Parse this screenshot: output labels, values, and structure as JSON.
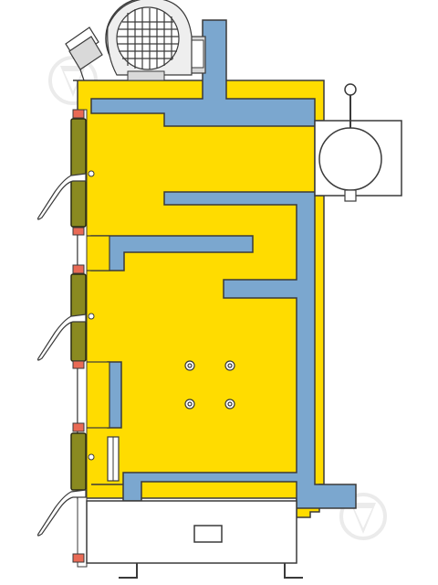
{
  "diagram": {
    "type": "boiler-cross-section",
    "colors": {
      "background": "#ffffff",
      "outline": "#3a3a3a",
      "insulation": "#ffdc00",
      "water_jacket": "#7ba7cf",
      "door": "#8a8a20",
      "door_edge": "#2c2c10",
      "seal": "#e96a55",
      "fan_grey": "#d9d9d9",
      "watermark": "#d8d8d8",
      "combustion_chamber": "#ffffff"
    },
    "components": [
      "fan-blower",
      "air-damper-controller",
      "chimney-flue",
      "water-jacket",
      "insulation-layer",
      "upper-loading-door",
      "middle-door",
      "ash-door",
      "door-handle",
      "sight-holes",
      "ash-pan",
      "legs"
    ],
    "watermark_icons": [
      "checkmark-shield-icon",
      "checkmark-shield-icon"
    ]
  }
}
